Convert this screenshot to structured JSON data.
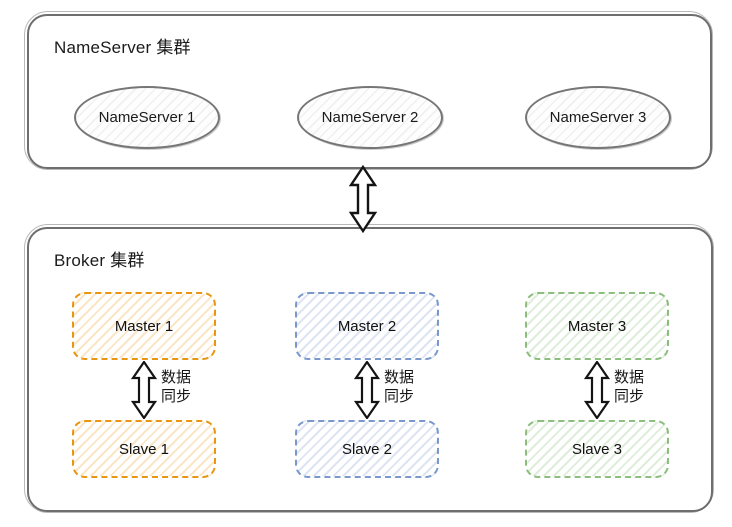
{
  "nameserver_cluster": {
    "title": "NameServer 集群",
    "nodes": [
      "NameServer 1",
      "NameServer 2",
      "NameServer 3"
    ]
  },
  "broker_cluster": {
    "title": "Broker 集群",
    "pairs": [
      {
        "master": "Master 1",
        "slave": "Slave 1",
        "sync_label": [
          "数据",
          "同步"
        ],
        "color": "#e89611"
      },
      {
        "master": "Master 2",
        "slave": "Slave 2",
        "sync_label": [
          "数据",
          "同步"
        ],
        "color": "#7b98cd"
      },
      {
        "master": "Master 3",
        "slave": "Slave 3",
        "sync_label": [
          "数据",
          "同步"
        ],
        "color": "#8cbe7d"
      }
    ]
  },
  "colors": {
    "c-outline": "#6e6e6e",
    "c-ink": "#1b1b1b",
    "c-orange": "#e89611",
    "c-blue": "#7b98cd",
    "c-green": "#8cbe7d"
  }
}
